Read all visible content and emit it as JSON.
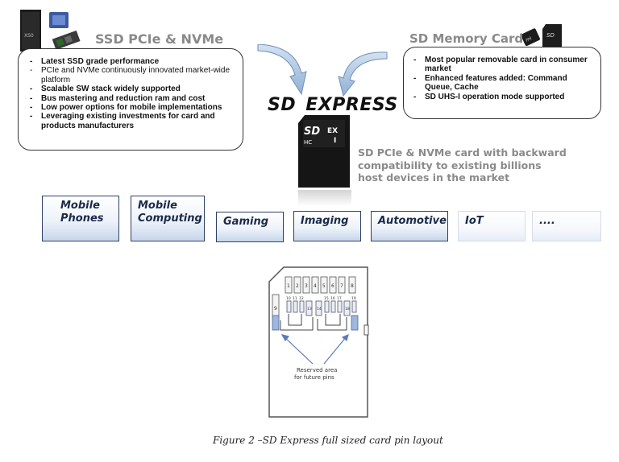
{
  "ssd_panel": {
    "title": "SSD PCIe & NVMe",
    "items": [
      "Latest SSD grade performance",
      "PCIe and NVMe continuously innovated market-wide platform",
      "Scalable SW stack widely supported",
      "Bus mastering and reduction ram and cost",
      "Low power options for mobile implementations",
      "Leveraging existing investments for card and products manufacturers"
    ]
  },
  "sd_panel": {
    "title": "SD Memory Card",
    "items": [
      "Most popular removable card in consumer market",
      "Enhanced features added: Command Queue, Cache",
      "SD UHS-I operation mode supported"
    ]
  },
  "center": {
    "logo_prefix": "SD",
    "logo_word": "EXPRESS",
    "card_mark": "EX",
    "card_numeral": "I",
    "description_lines": [
      "SD PCIe & NVMe card with backward",
      "compatibility to existing billions",
      "host devices in the market"
    ]
  },
  "segments": [
    {
      "line1": "Mobile",
      "line2": "Phones"
    },
    {
      "line1": "Mobile",
      "line2": "Computing"
    },
    {
      "line1": "Gaming",
      "line2": ""
    },
    {
      "line1": "Imaging",
      "line2": ""
    },
    {
      "line1": "Automotive",
      "line2": ""
    },
    {
      "line1": "IoT",
      "line2": ""
    },
    {
      "line1": "....",
      "line2": ""
    }
  ],
  "pin_diagram": {
    "row1_pins": [
      "9",
      "1",
      "2",
      "3",
      "4",
      "5",
      "6",
      "7",
      "8"
    ],
    "row2_pins": [
      "10",
      "11",
      "12",
      "13",
      "14",
      "15",
      "16",
      "17",
      "18",
      "19"
    ],
    "annotation_lines": [
      "Reserved area",
      "for future pins"
    ]
  },
  "caption": "Figure 2 –SD Express full sized card pin layout"
}
